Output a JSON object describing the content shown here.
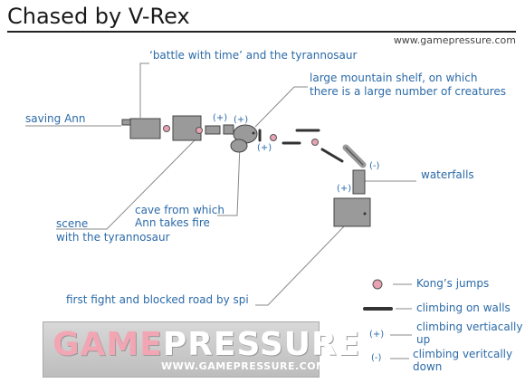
{
  "header": {
    "title": "Chased by V-Rex",
    "site": "www.gamepressure.com"
  },
  "labels": {
    "battle": "‘battle with time’ and the tyrannosaur",
    "shelf_line1": "large mountain shelf, on which",
    "shelf_line2": "there is a large number of creatures",
    "saving": "saving Ann",
    "waterfalls": "waterfalls",
    "cave_line1": "cave from which",
    "cave_line2": "Ann takes fire",
    "scene_line1": "scene",
    "scene_line2": "with the tyrannosaur",
    "first_fight": "first fight and blocked road by spi"
  },
  "signs": {
    "up1": "(+)",
    "up2": "(+)",
    "up3": "(+)",
    "down1": "(-)",
    "up4": "(+)"
  },
  "legend": {
    "jumps": "Kong’s jumps",
    "walls": "climbing on walls",
    "up_symbol": "(+)",
    "up_line1": "climbing vertiacally",
    "up_line2": "up",
    "down_symbol": "(-)",
    "down_line1": "climbing veritcally",
    "down_line2": "down"
  },
  "logo": {
    "main_a": "GAME",
    "main_b": "PRESSURE",
    "sub": "WWW.GAMEPRESSURE.COM"
  },
  "colors": {
    "block_fill": "#9a9a9a",
    "block_stroke": "#444444",
    "jump_dot": "#e9a2b3",
    "label": "#2b6aa8",
    "leader": "#888888"
  }
}
